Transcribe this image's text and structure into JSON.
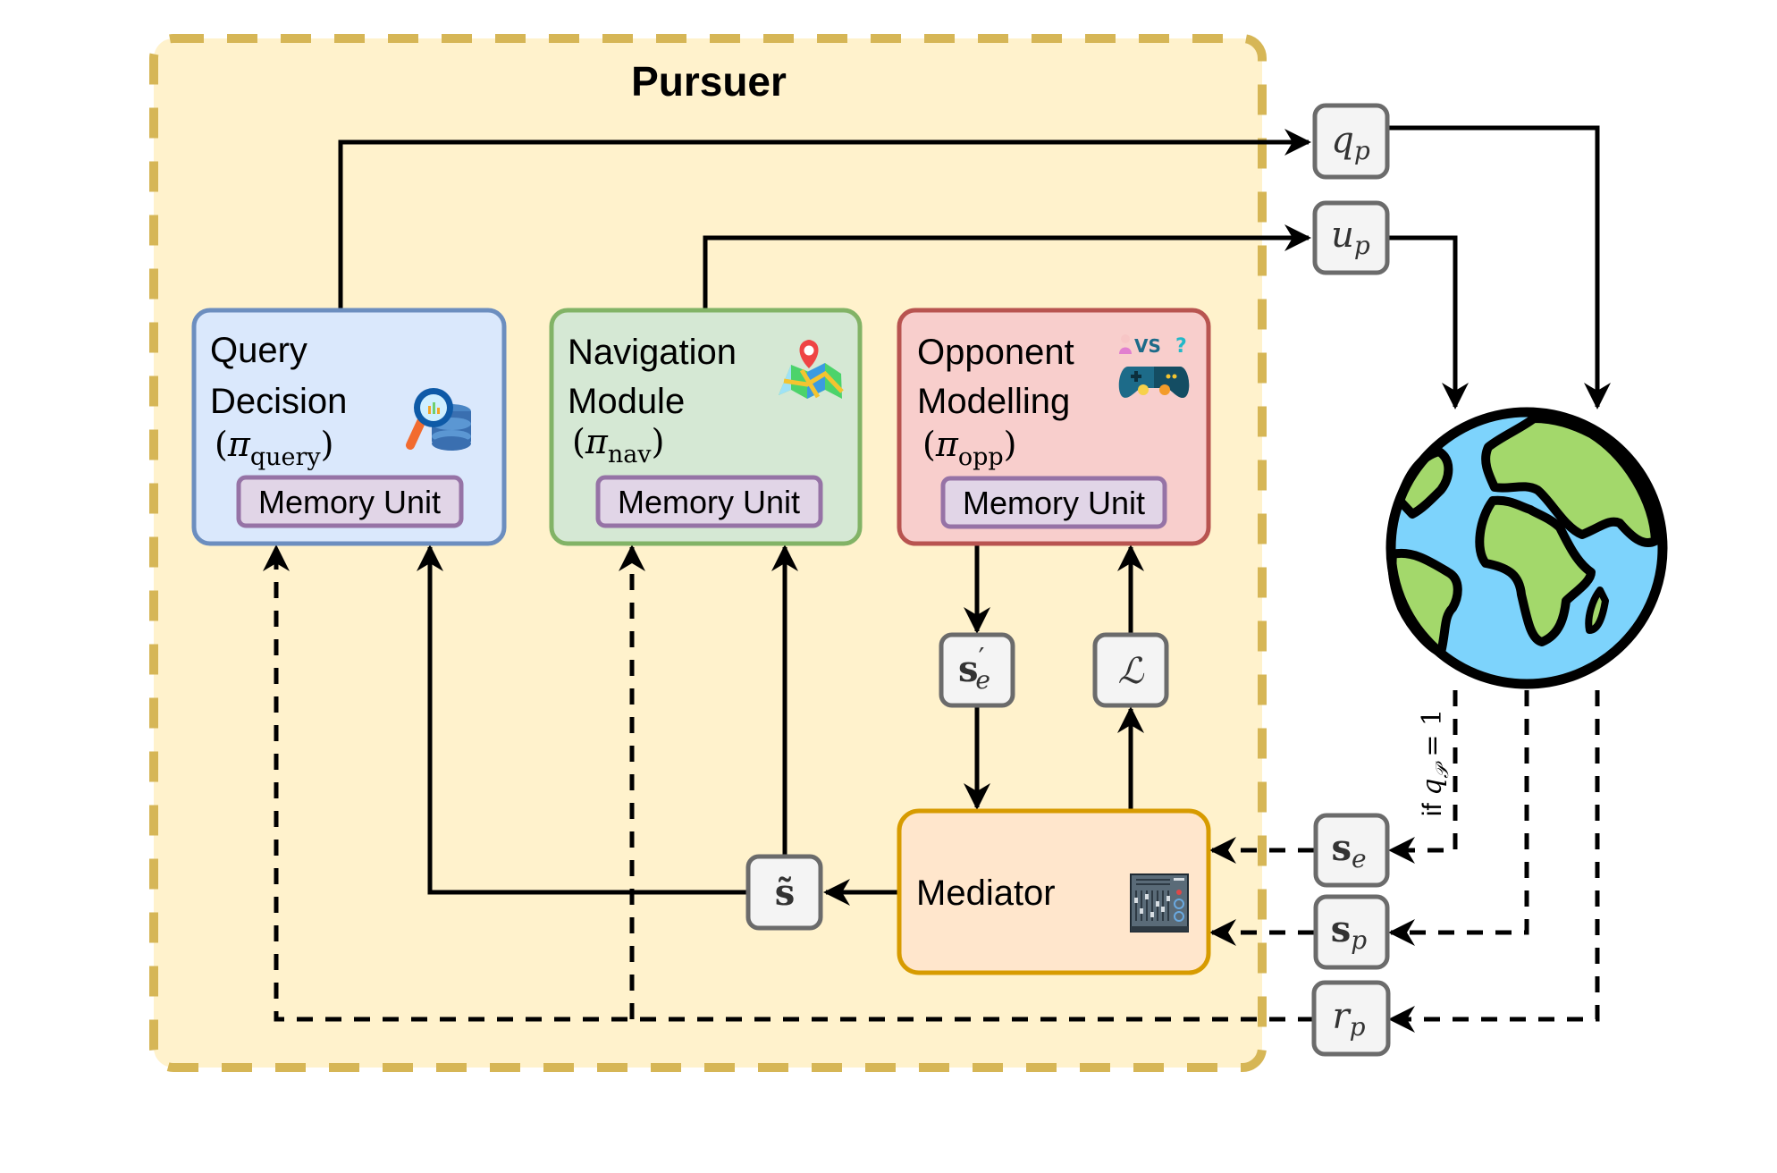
{
  "diagram": {
    "container": {
      "title": "Pursuer",
      "fill": "#fff2cc",
      "border": "#d6b656"
    },
    "modules": [
      {
        "id": "query",
        "label_lines": [
          "Query",
          "Decision"
        ],
        "policy_symbol": "π",
        "policy_subscript": "query",
        "memory_label": "Memory Unit",
        "icon": "magnifier-database-icon",
        "fill": "#dae8fc",
        "border": "#6c8ebf"
      },
      {
        "id": "nav",
        "label_lines": [
          "Navigation",
          "Module"
        ],
        "policy_symbol": "π",
        "policy_subscript": "nav",
        "memory_label": "Memory Unit",
        "icon": "map-pin-icon",
        "fill": "#d5e8d4",
        "border": "#82b366"
      },
      {
        "id": "opp",
        "label_lines": [
          "Opponent",
          "Modelling"
        ],
        "policy_symbol": "π",
        "policy_subscript": "opp",
        "memory_label": "Memory Unit",
        "icon": "versus-gamepad-icon",
        "fill": "#f8cecc",
        "border": "#b85450"
      }
    ],
    "memory_unit_style": {
      "fill": "#e1d5e7",
      "border": "#9673a6"
    },
    "mediator": {
      "label": "Mediator",
      "icon": "mixer-console-icon",
      "fill": "#ffe6cc",
      "border": "#d79b00"
    },
    "variables": {
      "q_p": {
        "base": "q",
        "sub": "p"
      },
      "u_p": {
        "base": "u",
        "sub": "p"
      },
      "s_e_prime": {
        "base": "s",
        "prime": "′",
        "sub": "e"
      },
      "loss": {
        "base": "ℒ"
      },
      "s_tilde": {
        "base": "s̃"
      },
      "s_e": {
        "base": "s",
        "sub": "e"
      },
      "s_p": {
        "base": "s",
        "sub": "p"
      },
      "r_p": {
        "base": "r",
        "sub": "p"
      }
    },
    "condition_label": {
      "prefix": "if ",
      "var": "q",
      "sub": "𝒫",
      "suffix": " = 1"
    },
    "environment": {
      "icon": "globe-icon",
      "ocean": "#7dd3fc",
      "land": "#a3d86b"
    }
  }
}
